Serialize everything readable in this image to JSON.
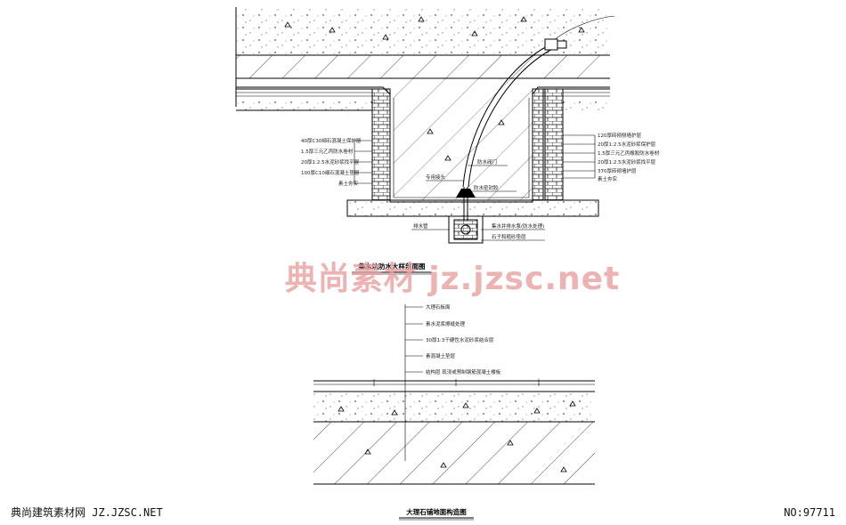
{
  "detail_1": {
    "title": "集水坑防水大样剖面图",
    "left_labels": [
      "40厚C30细石混凝土保护层",
      "1.5厚三元乙丙防水卷材",
      "20厚1:2.5水泥砂浆找平层",
      "100厚C10细石混凝土垫层",
      "素土夯实"
    ],
    "right_labels": [
      "120厚砖砌侧墙护层",
      "20厚1:2.5水泥砂浆保护层",
      "1.5厚三元乙丙橡胶防水卷材",
      "20厚1:2.5水泥砂浆找平层",
      "370厚砖砌墙护层",
      "素土夯实"
    ],
    "center_labels": {
      "drain_pipe": "排水管",
      "pipe_joint": "专用接头",
      "valve": "防水阀门",
      "seal": "防水密封胶",
      "sump": "集水井排水泵(防水处理)",
      "base": "石子和粗砂垫层"
    }
  },
  "detail_2": {
    "title": "大理石铺地面构造图",
    "labels": [
      "大理石板面",
      "素水泥浆擦缝处理",
      "30厚1:3干硬性水泥砂浆结合层",
      "素混凝土垫层",
      "结构层 现浇或预制钢筋混凝土楼板"
    ]
  },
  "watermark": "典尚素材 jz.jzsc.net",
  "footer": {
    "left": "典尚建筑素材网 JZ.JZSC.NET",
    "right": "NO:97711"
  },
  "colors": {
    "line": "#000000",
    "watermark": "#e8a0a0",
    "background": "#ffffff"
  }
}
